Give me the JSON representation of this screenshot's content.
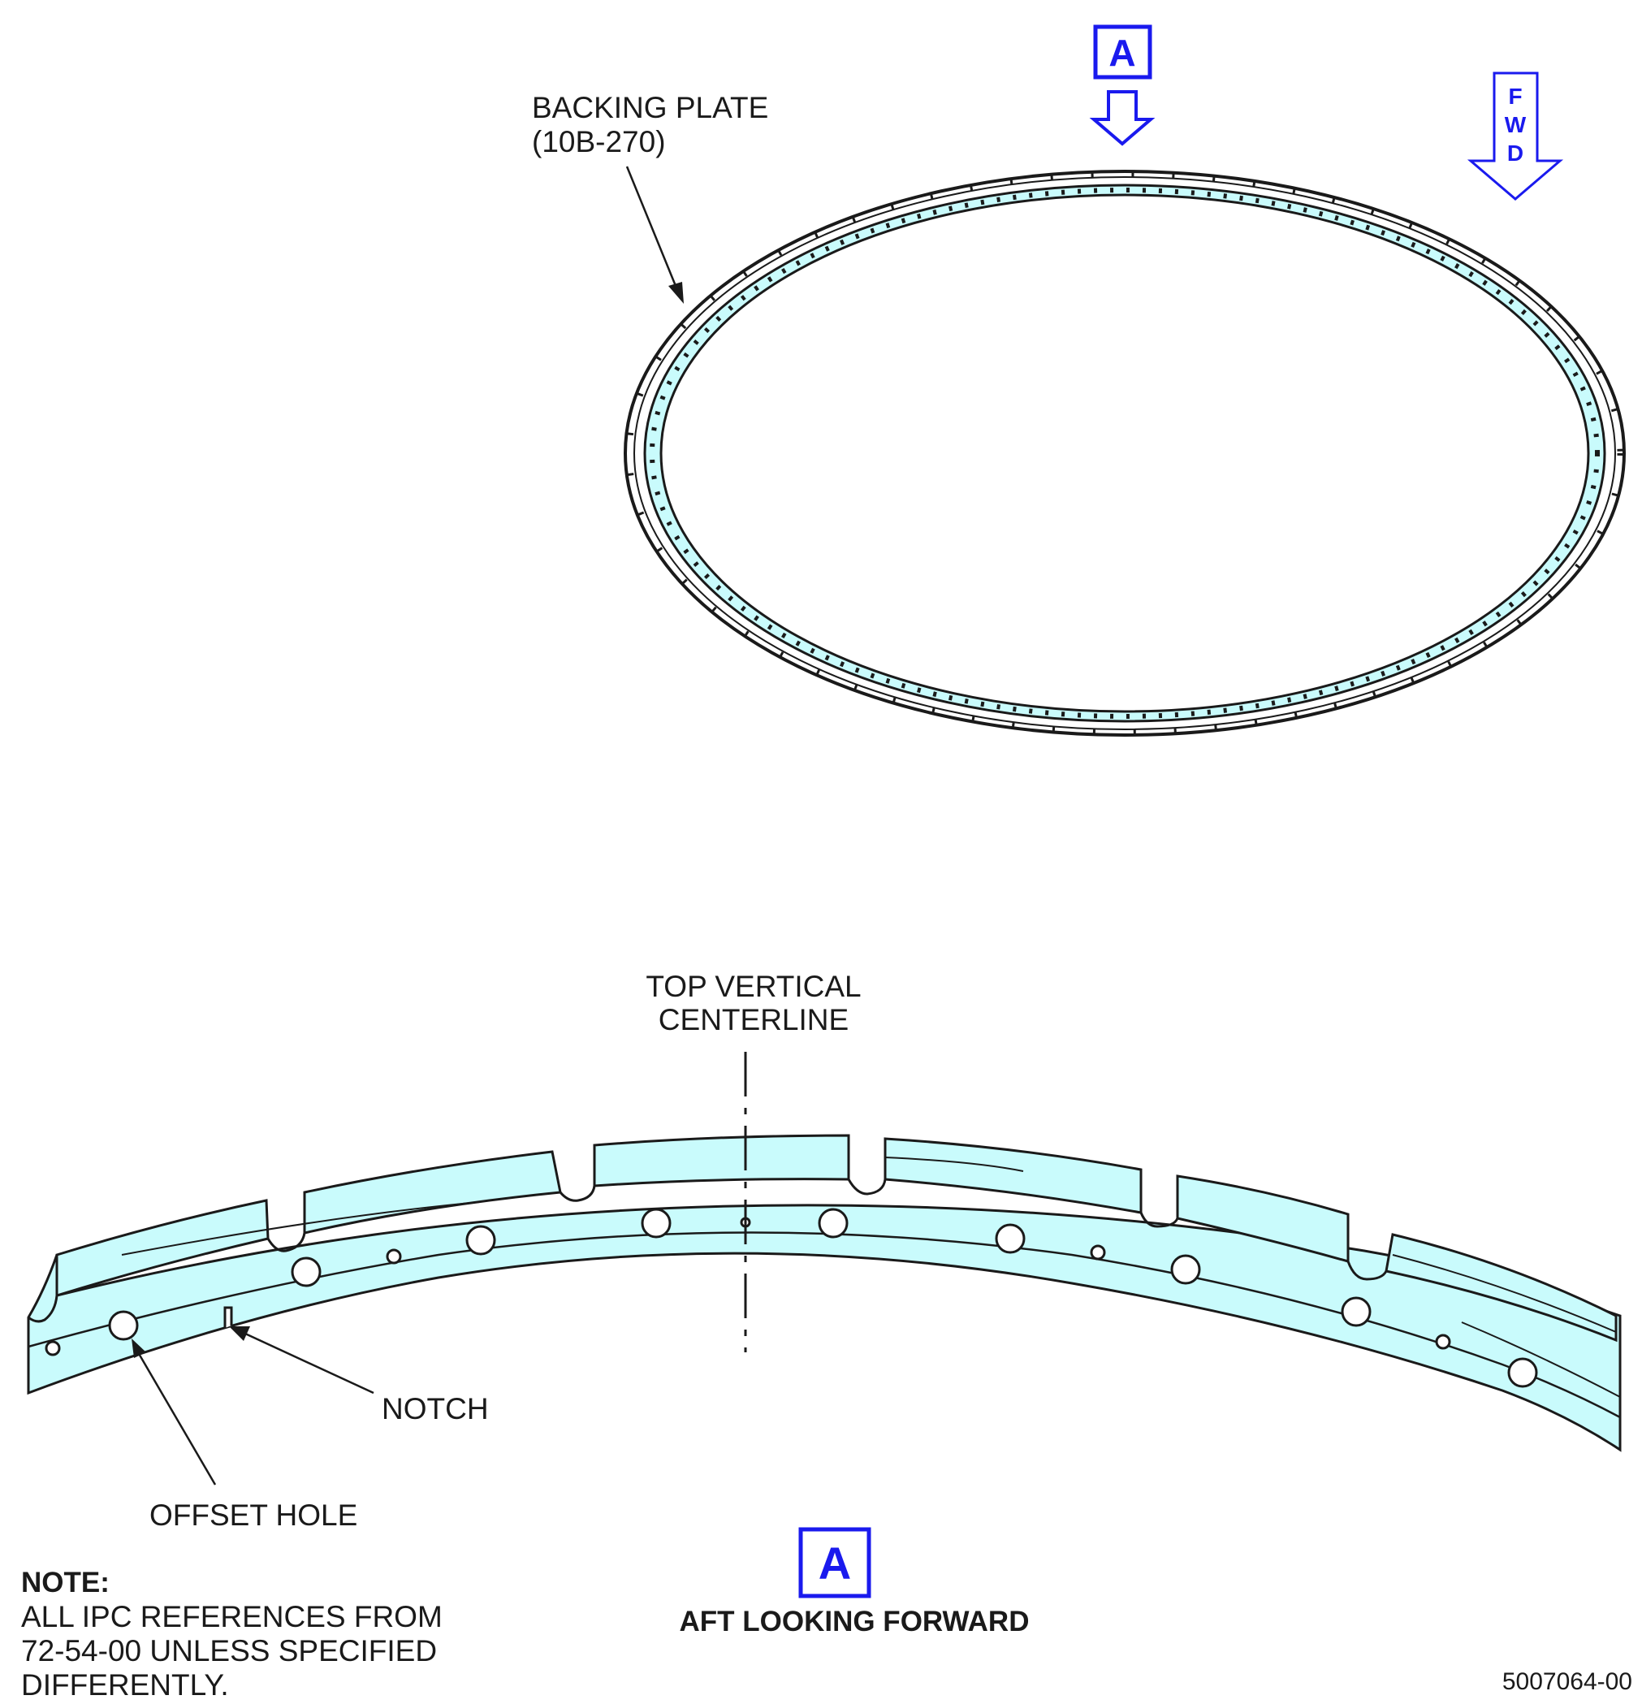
{
  "labels": {
    "backing_plate_line1": "BACKING PLATE",
    "backing_plate_line2": "(10B-270)",
    "top_vertical_line1": "TOP VERTICAL",
    "top_vertical_line2": "CENTERLINE",
    "notch": "NOTCH",
    "offset_hole": "OFFSET HOLE",
    "view_letter_top": "A",
    "view_letter_bottom": "A",
    "view_caption": "AFT LOOKING FORWARD",
    "fwd_f": "F",
    "fwd_w": "W",
    "fwd_d": "D"
  },
  "note": {
    "title": "NOTE:",
    "text": "ALL IPC REFERENCES FROM\n72-54-00 UNLESS SPECIFIED\nDIFFERENTLY."
  },
  "drawing_number": "5007064-00",
  "colors": {
    "part_fill": "#c9fbfc",
    "line": "#1a1a1a",
    "callout_blue": "#1a1aee"
  }
}
